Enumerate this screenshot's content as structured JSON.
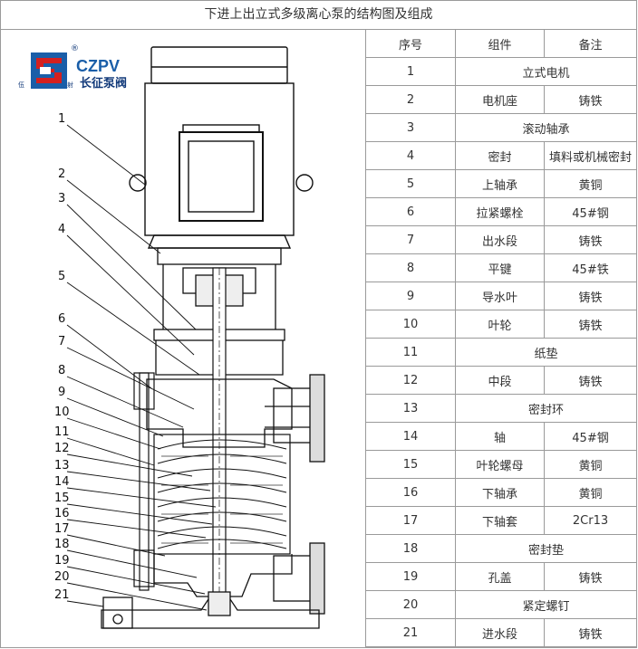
{
  "title": "下进上出立式多级离心泵的结构图及组成",
  "logo": {
    "brand": "CZPV",
    "name_cn": "长征泵阀",
    "registered": "®",
    "left_char": "伍",
    "right_char": "射",
    "colors": {
      "red": "#d4201f",
      "blue": "#1a5ea8",
      "navy": "#123a7a"
    }
  },
  "drawing": {
    "callouts": [
      "1",
      "2",
      "3",
      "4",
      "5",
      "6",
      "7",
      "8",
      "9",
      "10",
      "11",
      "12",
      "13",
      "14",
      "15",
      "16",
      "17",
      "18",
      "19",
      "20",
      "21"
    ]
  },
  "table": {
    "headers": [
      "序号",
      "组件",
      "备注"
    ],
    "rows": [
      {
        "no": "1",
        "part": "立式电机",
        "note": ""
      },
      {
        "no": "2",
        "part": "电机座",
        "note": "铸铁"
      },
      {
        "no": "3",
        "part": "滚动轴承",
        "note": ""
      },
      {
        "no": "4",
        "part": "密封",
        "note": "填料或机械密封"
      },
      {
        "no": "5",
        "part": "上轴承",
        "note": "黄铜"
      },
      {
        "no": "6",
        "part": "拉紧螺栓",
        "note": "45#钢"
      },
      {
        "no": "7",
        "part": "出水段",
        "note": "铸铁"
      },
      {
        "no": "8",
        "part": "平键",
        "note": "45#铁"
      },
      {
        "no": "9",
        "part": "导水叶",
        "note": "铸铁"
      },
      {
        "no": "10",
        "part": "叶轮",
        "note": "铸铁"
      },
      {
        "no": "11",
        "part": "纸垫",
        "note": ""
      },
      {
        "no": "12",
        "part": "中段",
        "note": "铸铁"
      },
      {
        "no": "13",
        "part": "密封环",
        "note": ""
      },
      {
        "no": "14",
        "part": "轴",
        "note": "45#钢"
      },
      {
        "no": "15",
        "part": "叶轮螺母",
        "note": "黄铜"
      },
      {
        "no": "16",
        "part": "下轴承",
        "note": "黄铜"
      },
      {
        "no": "17",
        "part": "下轴套",
        "note": "2Cr13"
      },
      {
        "no": "18",
        "part": "密封垫",
        "note": ""
      },
      {
        "no": "19",
        "part": "孔盖",
        "note": "铸铁"
      },
      {
        "no": "20",
        "part": "紧定螺钉",
        "note": ""
      },
      {
        "no": "21",
        "part": "进水段",
        "note": "铸铁"
      }
    ]
  }
}
